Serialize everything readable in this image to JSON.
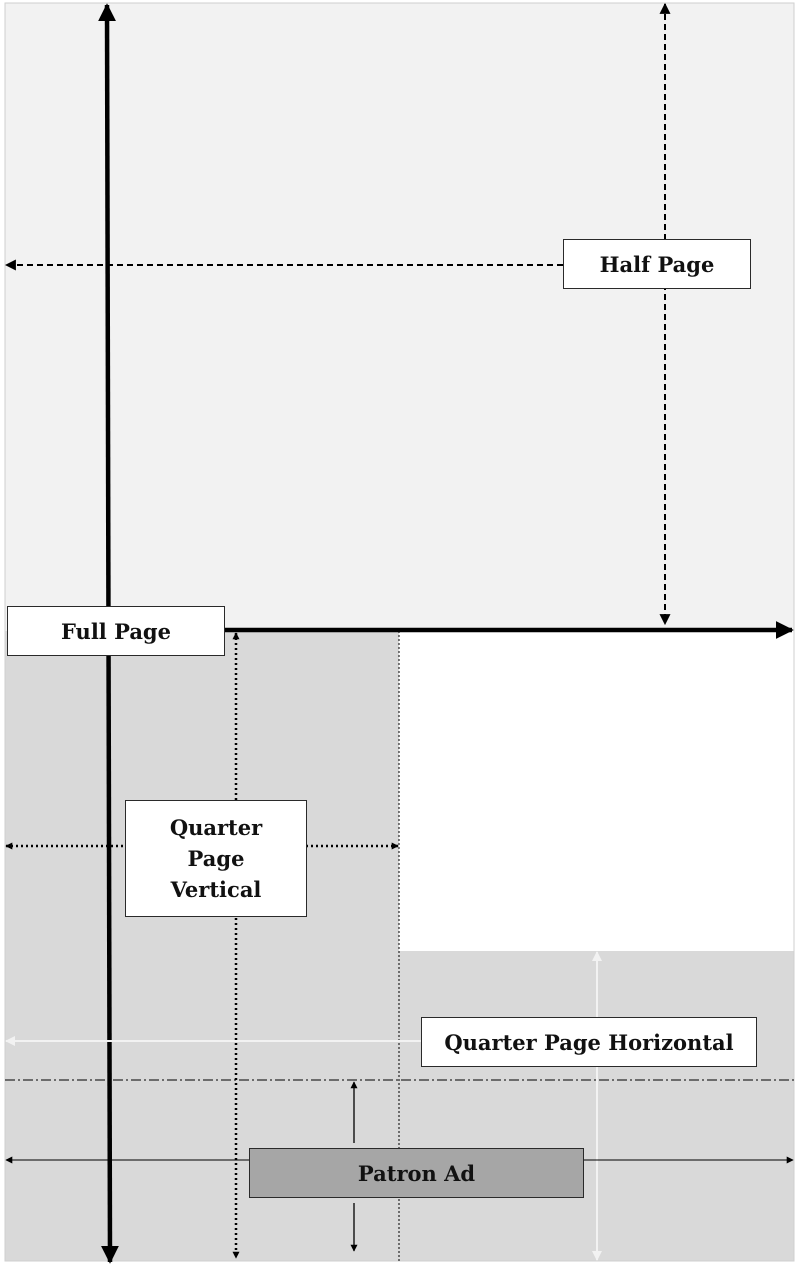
{
  "labels": {
    "half_page": "Half Page",
    "full_page": "Full Page",
    "quarter_page_vertical": [
      "Quarter",
      "Page",
      "Vertical"
    ],
    "quarter_page_horizontal": "Quarter Page Horizontal",
    "patron_ad": "Patron Ad"
  },
  "colors": {
    "half_page_region": "#f2f2f2",
    "quarter_region": "#d9d9d9",
    "patron_ad_fill": "#a6a6a6",
    "line": "#000000",
    "white_arrow": "#f2f2f2"
  }
}
